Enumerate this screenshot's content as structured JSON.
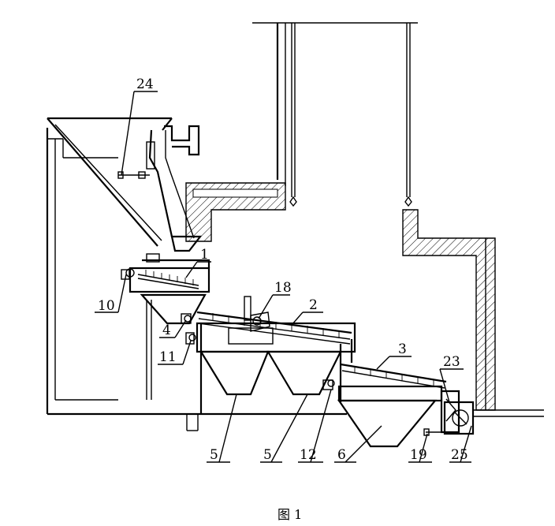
{
  "labels": {
    "l1": "1",
    "l2": "2",
    "l3": "3",
    "l4": "4",
    "l5a": "5",
    "l5b": "5",
    "l6": "6",
    "l10": "10",
    "l11": "11",
    "l12": "12",
    "l18": "18",
    "l19": "19",
    "l23": "23",
    "l24": "24",
    "l25": "25"
  },
  "caption": "图 1"
}
